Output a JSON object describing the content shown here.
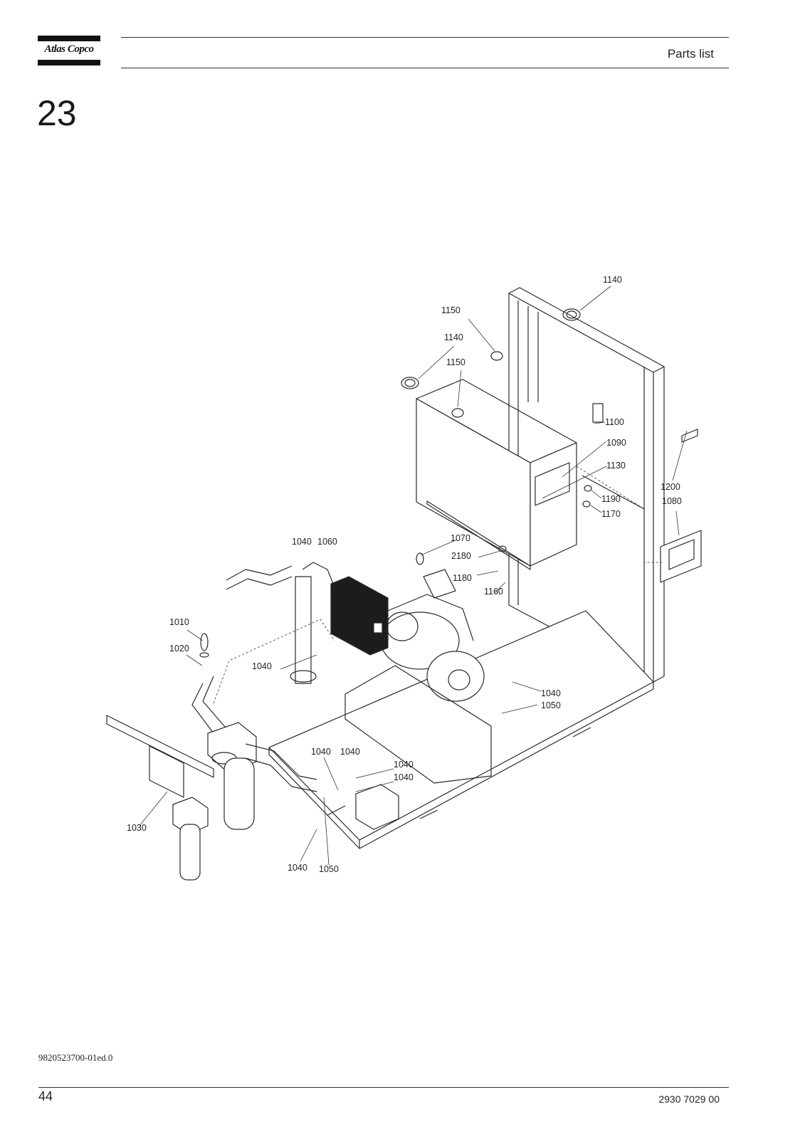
{
  "header": {
    "brand": "Atlas Copco",
    "section_label": "Parts list"
  },
  "section_number": "23",
  "callouts": {
    "c1140a": "1140",
    "c1150a": "1150",
    "c1140b": "1140",
    "c1150b": "1150",
    "c1100": "1100",
    "c1090": "1090",
    "c1130": "1130",
    "c1200": "1200",
    "c1080": "1080",
    "c1190": "1190",
    "c1170": "1170",
    "c1040_1": "1040",
    "c1060": "1060",
    "c1070": "1070",
    "c2180": "2180",
    "c1180": "1180",
    "c1160": "1160",
    "c1010": "1010",
    "c1020": "1020",
    "c1040_2": "1040",
    "c1040_3": "1040",
    "c1050_1": "1050",
    "c1040_4": "1040",
    "c1040_5": "1040",
    "c1040_6": "1040",
    "c1040_7": "1040",
    "c1030": "1030",
    "c1040_8": "1040",
    "c1050_2": "1050"
  },
  "footer": {
    "doc_id": "9820523700-01ed.0",
    "page_number": "44",
    "part_number": "2930 7029 00"
  }
}
